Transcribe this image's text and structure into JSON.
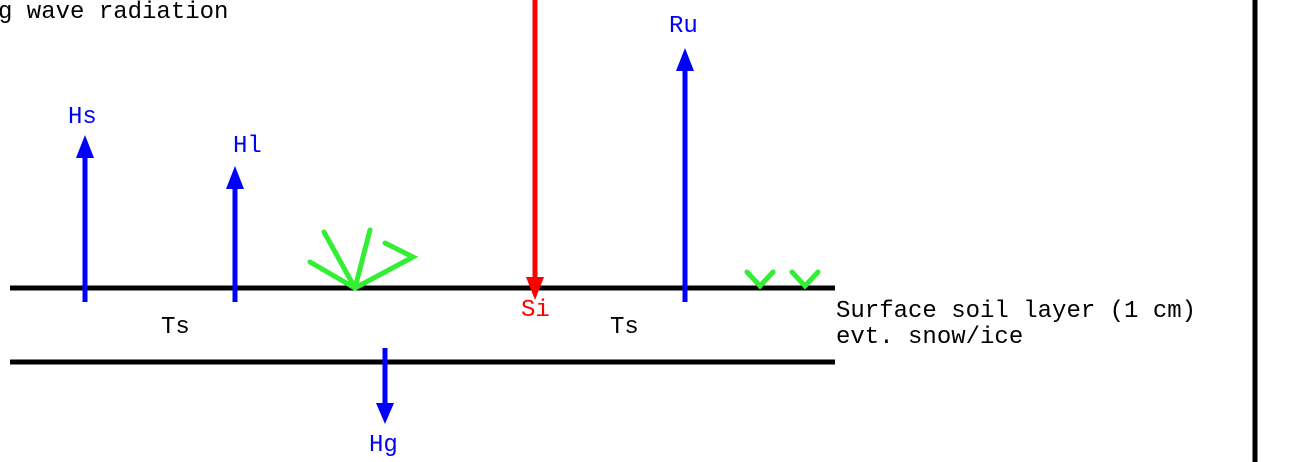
{
  "colors": {
    "black": "#000000",
    "blue": "#0000ff",
    "red": "#ff0000",
    "green": "#33ee33"
  },
  "labels": {
    "top_text": "g wave radiation",
    "hs": "Hs",
    "hl": "Hl",
    "ru": "Ru",
    "si": "Si",
    "ts_left": "Ts",
    "ts_right": "Ts",
    "hg": "Hg",
    "surface_layer_line1": "Surface soil layer (1 cm)",
    "surface_layer_line2": "evt. snow/ice"
  },
  "icons": {
    "vegetation_large": "grass-tuft-icon",
    "vegetation_small": "grass-sprouts-icon"
  }
}
